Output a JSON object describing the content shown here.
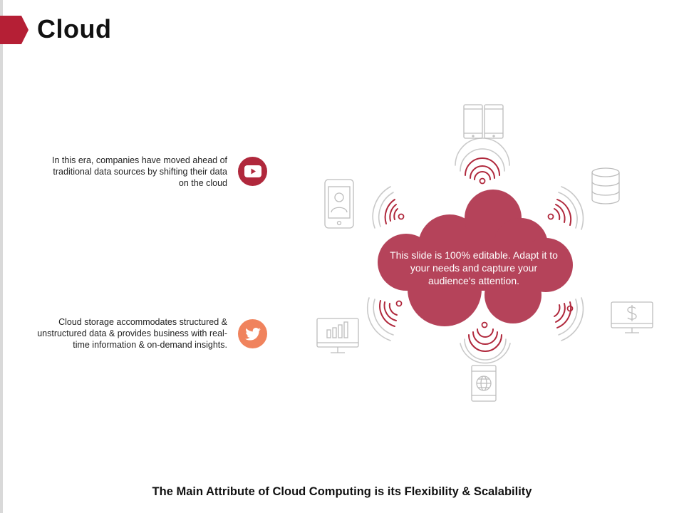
{
  "slide": {
    "title": "Cloud",
    "points": [
      {
        "text": "In this era, companies have moved ahead of traditional data sources by shifting their data on the cloud",
        "icon": "youtube-icon",
        "color": "#b0283c"
      },
      {
        "text": "Cloud storage accommodates structured & unstructured data & provides business with real-time information & on-demand insights.",
        "icon": "twitter-icon",
        "color": "#f0835d"
      }
    ],
    "cloud_text": "This slide is 100% editable. Adapt it to your needs and capture your audience's attention.",
    "footer": "The Main Attribute of Cloud Computing is its Flexibility & Scalability"
  },
  "diagram": {
    "cloud_color": "#b5435a",
    "signal_color": "#b0283c",
    "outline_color": "#c9c9c9",
    "icon_color": "#bdbdbd",
    "icons": [
      "tablets-icon",
      "database-icon",
      "dollar-monitor-icon",
      "globe-tablet-icon",
      "chart-monitor-icon",
      "user-phone-icon"
    ]
  },
  "colors": {
    "accent": "#b0283c",
    "title_tab": "#b51f35"
  }
}
